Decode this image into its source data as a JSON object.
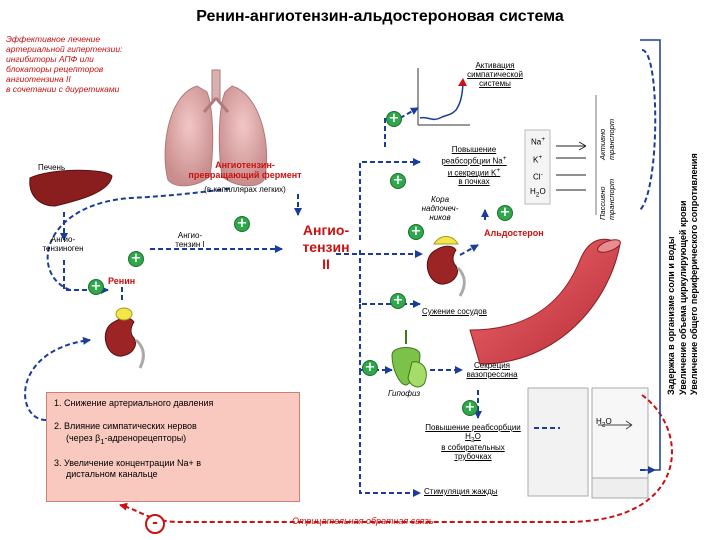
{
  "title": "Ренин-ангиотензин-альдостероновая система",
  "treatment_note": [
    "Эффективное лечение",
    "артериальной гипертензии:",
    "ингибиторы АПФ или",
    "блокаторы рецепторов",
    "ангиотензина II",
    "в сочетании с диуретиками"
  ],
  "sympathetic_activation": [
    "Активация",
    "симпатической",
    "системы"
  ],
  "liver_label": "Печень",
  "ace_label": [
    "Ангиотензин-",
    "превращающий фермент"
  ],
  "ace_location": "(в капиллярах легких)",
  "angiotensinogen_label": [
    "Ангио-",
    "тензиноген"
  ],
  "angiotensin1_label": [
    "Ангио-",
    "тензин I"
  ],
  "angiotensin2_label": [
    "Ангио-",
    "тензин",
    "II"
  ],
  "renin_label": "Ренин",
  "reabsorption_label": [
    "Повышение",
    "реабсорбции Na",
    "и секреции K",
    "в почках"
  ],
  "adrenal_cortex_label": [
    "Кора",
    "надпочеч-",
    "ников"
  ],
  "aldosterone_label": "Альдостерон",
  "vasoconstriction_label": "Сужение сосудов",
  "vasopressin_label": [
    "Секреция",
    "вазопрессина"
  ],
  "pituitary_label": "Гипофиз",
  "water_reabsorption_label": [
    "Повышение реабсорбции",
    "H",
    "2",
    "O",
    "в собирательных",
    "трубочках"
  ],
  "thirst_label": "Стимуляция жажды",
  "feedback_label": "Отрицательная обратная связь",
  "causes": [
    "1. Снижение артериального давления",
    "2. Влияние  симпатических нервов",
    "(через β",
    "1",
    "-адренорецепторы)",
    "3. Увеличение концентрации Na+ в",
    "дистальном канальце"
  ],
  "ions": {
    "na": "Na",
    "k": "K",
    "cl": "Cl",
    "h2o_h": "H",
    "h2o_2": "2",
    "h2o_o": "O",
    "plus": "+",
    "minus": "-"
  },
  "transport_labels": {
    "active": [
      "Активно",
      "транспорт"
    ],
    "passive": [
      "Пассивно",
      "транспорт"
    ]
  },
  "duct_label": {
    "h": "H",
    "sub": "2",
    "o": "O"
  },
  "right_effects": [
    "Задержка в организме соли и воды",
    "Увеличение объема циркулирующей крови",
    "Увеличение общего периферического сопротивления"
  ],
  "colors": {
    "title": "#1a1a8c",
    "accent_red": "#cc1010",
    "arrow_blue": "#1c3c9c",
    "plus_green": "#2ea84a",
    "causes_box": "#f9c9c0",
    "vessel": "#d84a52",
    "kidney": "#9c2424"
  }
}
